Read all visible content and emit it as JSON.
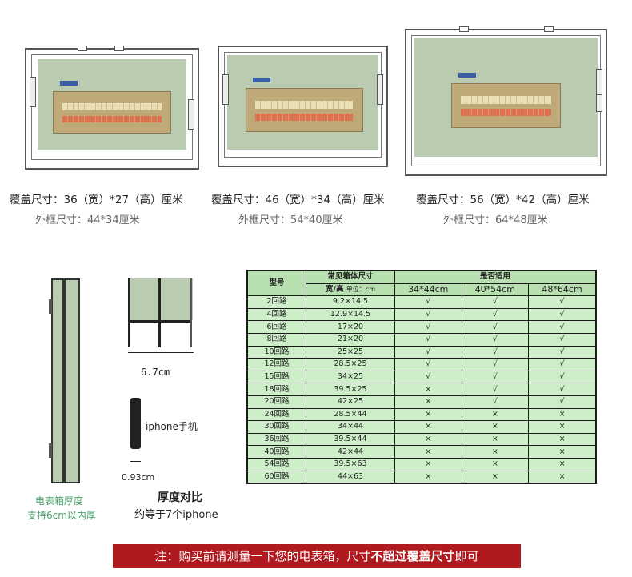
{
  "products": [
    {
      "cover_size": "覆盖尺寸：36（宽）*27（高）厘米",
      "outer_size": "外框尺寸：44*34厘米"
    },
    {
      "cover_size": "覆盖尺寸：46（宽）*34（高）厘米",
      "outer_size": "外框尺寸：54*40厘米"
    },
    {
      "cover_size": "覆盖尺寸：56（宽）*42（高）厘米",
      "outer_size": "外框尺寸：64*48厘米"
    }
  ],
  "thickness": {
    "box_label_1": "电表箱厚度",
    "box_label_2": "支持6cm以内厚",
    "depth_value": "6.7cm",
    "phone_label": "iphone手机",
    "phone_value": "0.93cm",
    "compare_title": "厚度对比",
    "compare_sub": "约等于7个iphone"
  },
  "table": {
    "col_model": "型号",
    "col_common": "常见箱体尺寸",
    "col_fit": "是否适用",
    "col_wh": "宽/高",
    "col_unit": "单位：cm",
    "sizes": [
      "34*44cm",
      "40*54cm",
      "48*64cm"
    ],
    "rows": [
      {
        "model": "2回路",
        "dim": "9.2×14.5",
        "a": "√",
        "b": "√",
        "c": "√"
      },
      {
        "model": "4回路",
        "dim": "12.9×14.5",
        "a": "√",
        "b": "√",
        "c": "√"
      },
      {
        "model": "6回路",
        "dim": "17×20",
        "a": "√",
        "b": "√",
        "c": "√"
      },
      {
        "model": "8回路",
        "dim": "21×20",
        "a": "√",
        "b": "√",
        "c": "√"
      },
      {
        "model": "10回路",
        "dim": "25×25",
        "a": "√",
        "b": "√",
        "c": "√"
      },
      {
        "model": "12回路",
        "dim": "28.5×25",
        "a": "√",
        "b": "√",
        "c": "√"
      },
      {
        "model": "15回路",
        "dim": "34×25",
        "a": "√",
        "b": "√",
        "c": "√"
      },
      {
        "model": "18回路",
        "dim": "39.5×25",
        "a": "×",
        "b": "√",
        "c": "√"
      },
      {
        "model": "20回路",
        "dim": "42×25",
        "a": "×",
        "b": "√",
        "c": "√"
      },
      {
        "model": "24回路",
        "dim": "28.5×44",
        "a": "×",
        "b": "×",
        "c": "×"
      },
      {
        "model": "30回路",
        "dim": "34×44",
        "a": "×",
        "b": "×",
        "c": "×"
      },
      {
        "model": "36回路",
        "dim": "39.5×44",
        "a": "×",
        "b": "×",
        "c": "×"
      },
      {
        "model": "40回路",
        "dim": "42×44",
        "a": "×",
        "b": "×",
        "c": "×"
      },
      {
        "model": "54回路",
        "dim": "39.5×63",
        "a": "×",
        "b": "×",
        "c": "×"
      },
      {
        "model": "60回路",
        "dim": "44×63",
        "a": "×",
        "b": "×",
        "c": "×"
      }
    ]
  },
  "note": {
    "prefix": "注：购买前请测量一下您的电表箱，尺寸",
    "emphasis": "不超过覆盖尺寸",
    "suffix": "即可"
  },
  "colors": {
    "cover": "#b9cbb0",
    "table_green": "#cdeec9",
    "note_bg": "#b01a1f"
  }
}
